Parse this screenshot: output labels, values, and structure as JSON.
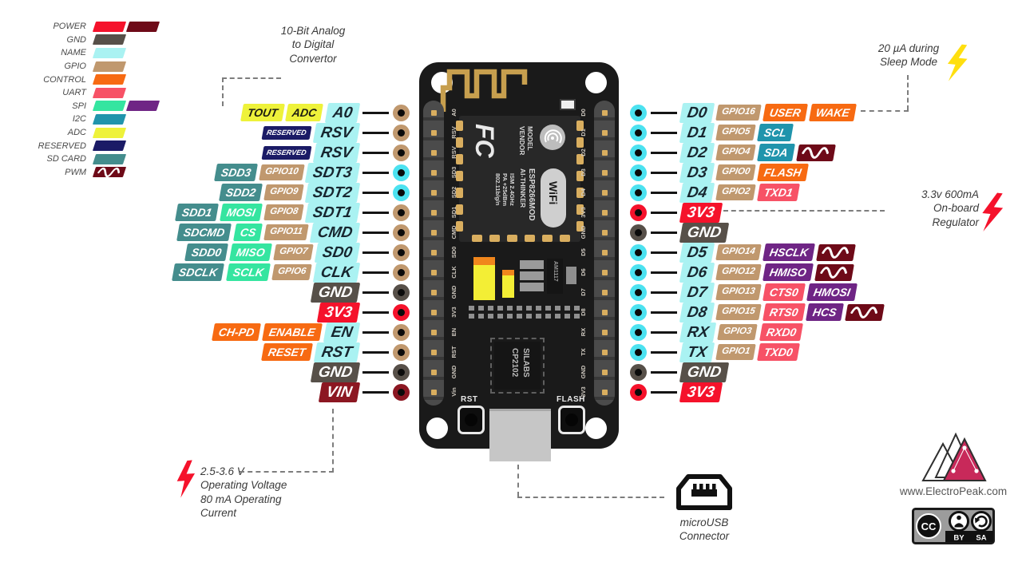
{
  "colors": {
    "pwr": "#f5122b",
    "pw2": "#6e0a18",
    "gnd": "#575049",
    "name": "#aaf2f2",
    "pin_cyan": "#4ce2f0",
    "gpio": "#c0986e",
    "ctl": "#f76a12",
    "uart": "#f75266",
    "spi": "#35e5a0",
    "hspi": "#6f2585",
    "i2c": "#2094ac",
    "adc": "#eef23a",
    "res": "#1b1b66",
    "sd": "#448d8d",
    "pwm": "#6e0a18",
    "vin": "#8c1722",
    "board": "#1a1a1a",
    "gold": "#c79f4e",
    "accent_pink": "#c8295a",
    "bolt_yellow": "#ffdf0f",
    "bolt_red": "#f5122b"
  },
  "legend": {
    "items": [
      {
        "label": "POWER",
        "swatches": [
          "pwr",
          "pw2"
        ]
      },
      {
        "label": "GND",
        "swatches": [
          "gnd"
        ]
      },
      {
        "label": "NAME",
        "swatches": [
          "name"
        ]
      },
      {
        "label": "GPIO",
        "swatches": [
          "gpio"
        ]
      },
      {
        "label": "CONTROL",
        "swatches": [
          "ctl"
        ]
      },
      {
        "label": "UART",
        "swatches": [
          "uart"
        ]
      },
      {
        "label": "SPI",
        "swatches": [
          "spi",
          "hspi"
        ]
      },
      {
        "label": "I2C",
        "swatches": [
          "i2c"
        ]
      },
      {
        "label": "ADC",
        "swatches": [
          "adc"
        ]
      },
      {
        "label": "RESERVED",
        "swatches": [
          "res"
        ]
      },
      {
        "label": "SD CARD",
        "swatches": [
          "sd"
        ]
      },
      {
        "label": "PWM",
        "swatches": [
          "wave"
        ]
      }
    ]
  },
  "pins": {
    "left": [
      {
        "labels": [
          {
            "t": "TOUT",
            "c": "adc"
          },
          {
            "t": "ADC",
            "c": "adc"
          },
          {
            "t": "A0",
            "c": "name"
          }
        ],
        "pin": "gpio"
      },
      {
        "labels": [
          {
            "t": "RESERVED",
            "c": "res"
          },
          {
            "t": "RSV",
            "c": "name"
          }
        ],
        "pin": "gpio"
      },
      {
        "labels": [
          {
            "t": "RESERVED",
            "c": "res"
          },
          {
            "t": "RSV",
            "c": "name"
          }
        ],
        "pin": "gpio"
      },
      {
        "labels": [
          {
            "t": "SDD3",
            "c": "sd"
          },
          {
            "t": "GPIO10",
            "c": "gpio"
          },
          {
            "t": "SDT3",
            "c": "name"
          }
        ],
        "pin": "name"
      },
      {
        "labels": [
          {
            "t": "SDD2",
            "c": "sd"
          },
          {
            "t": "GPIO9",
            "c": "gpio"
          },
          {
            "t": "SDT2",
            "c": "name"
          }
        ],
        "pin": "name"
      },
      {
        "labels": [
          {
            "t": "SDD1",
            "c": "sd"
          },
          {
            "t": "MOSI",
            "c": "spi"
          },
          {
            "t": "GPIO8",
            "c": "gpio"
          },
          {
            "t": "SDT1",
            "c": "name"
          }
        ],
        "pin": "gpio"
      },
      {
        "labels": [
          {
            "t": "SDCMD",
            "c": "sd"
          },
          {
            "t": "CS",
            "c": "spi"
          },
          {
            "t": "GPIO11",
            "c": "gpio"
          },
          {
            "t": "CMD",
            "c": "name"
          }
        ],
        "pin": "gpio"
      },
      {
        "labels": [
          {
            "t": "SDD0",
            "c": "sd"
          },
          {
            "t": "MISO",
            "c": "spi"
          },
          {
            "t": "GPIO7",
            "c": "gpio"
          },
          {
            "t": "SD0",
            "c": "name"
          }
        ],
        "pin": "gpio"
      },
      {
        "labels": [
          {
            "t": "SDCLK",
            "c": "sd"
          },
          {
            "t": "SCLK",
            "c": "spi"
          },
          {
            "t": "GPIO6",
            "c": "gpio"
          },
          {
            "t": "CLK",
            "c": "name"
          }
        ],
        "pin": "gpio"
      },
      {
        "labels": [
          {
            "t": "GND",
            "c": "gnd"
          }
        ],
        "pin": "gnd"
      },
      {
        "labels": [
          {
            "t": "3V3",
            "c": "pwr"
          }
        ],
        "pin": "pwr"
      },
      {
        "labels": [
          {
            "t": "CH-PD",
            "c": "ctl"
          },
          {
            "t": "ENABLE",
            "c": "ctl"
          },
          {
            "t": "EN",
            "c": "name"
          }
        ],
        "pin": "gpio"
      },
      {
        "labels": [
          {
            "t": "RESET",
            "c": "ctl"
          },
          {
            "t": "RST",
            "c": "name"
          }
        ],
        "pin": "gpio"
      },
      {
        "labels": [
          {
            "t": "GND",
            "c": "gnd"
          }
        ],
        "pin": "gnd"
      },
      {
        "labels": [
          {
            "t": "VIN",
            "c": "vin"
          }
        ],
        "pin": "vin"
      }
    ],
    "right": [
      {
        "labels": [
          {
            "t": "D0",
            "c": "name"
          },
          {
            "t": "GPIO16",
            "c": "gpio"
          },
          {
            "t": "USER",
            "c": "ctl"
          },
          {
            "t": "WAKE",
            "c": "ctl"
          }
        ],
        "pin": "name"
      },
      {
        "labels": [
          {
            "t": "D1",
            "c": "name"
          },
          {
            "t": "GPIO5",
            "c": "gpio"
          },
          {
            "t": "SCL",
            "c": "i2c"
          }
        ],
        "pin": "name"
      },
      {
        "labels": [
          {
            "t": "D2",
            "c": "name"
          },
          {
            "t": "GPIO4",
            "c": "gpio"
          },
          {
            "t": "SDA",
            "c": "i2c"
          },
          {
            "wave": true
          }
        ],
        "pin": "name"
      },
      {
        "labels": [
          {
            "t": "D3",
            "c": "name"
          },
          {
            "t": "GPIO0",
            "c": "gpio"
          },
          {
            "t": "FLASH",
            "c": "ctl"
          }
        ],
        "pin": "name"
      },
      {
        "labels": [
          {
            "t": "D4",
            "c": "name"
          },
          {
            "t": "GPIO2",
            "c": "gpio"
          },
          {
            "t": "TXD1",
            "c": "uart"
          }
        ],
        "pin": "name"
      },
      {
        "labels": [
          {
            "t": "3V3",
            "c": "pwr"
          }
        ],
        "pin": "pwr"
      },
      {
        "labels": [
          {
            "t": "GND",
            "c": "gnd"
          }
        ],
        "pin": "gnd"
      },
      {
        "labels": [
          {
            "t": "D5",
            "c": "name"
          },
          {
            "t": "GPIO14",
            "c": "gpio"
          },
          {
            "t": "HSCLK",
            "c": "hspi"
          },
          {
            "wave": true
          }
        ],
        "pin": "name"
      },
      {
        "labels": [
          {
            "t": "D6",
            "c": "name"
          },
          {
            "t": "GPIO12",
            "c": "gpio"
          },
          {
            "t": "HMISO",
            "c": "hspi"
          },
          {
            "wave": true
          }
        ],
        "pin": "name"
      },
      {
        "labels": [
          {
            "t": "D7",
            "c": "name"
          },
          {
            "t": "GPIO13",
            "c": "gpio"
          },
          {
            "t": "CTS0",
            "c": "uart"
          },
          {
            "t": "HMOSI",
            "c": "hspi"
          }
        ],
        "pin": "name"
      },
      {
        "labels": [
          {
            "t": "D8",
            "c": "name"
          },
          {
            "t": "GPIO15",
            "c": "gpio"
          },
          {
            "t": "RTS0",
            "c": "uart"
          },
          {
            "t": "HCS",
            "c": "hspi"
          },
          {
            "wave": true
          }
        ],
        "pin": "name"
      },
      {
        "labels": [
          {
            "t": "RX",
            "c": "name"
          },
          {
            "t": "GPIO3",
            "c": "gpio"
          },
          {
            "t": "RXD0",
            "c": "uart"
          }
        ],
        "pin": "name"
      },
      {
        "labels": [
          {
            "t": "TX",
            "c": "name"
          },
          {
            "t": "GPIO1",
            "c": "gpio"
          },
          {
            "t": "TXD0",
            "c": "uart"
          }
        ],
        "pin": "name"
      },
      {
        "labels": [
          {
            "t": "GND",
            "c": "gnd"
          }
        ],
        "pin": "gnd"
      },
      {
        "labels": [
          {
            "t": "3V3",
            "c": "pwr"
          }
        ],
        "pin": "pwr"
      }
    ]
  },
  "board": {
    "fcc_mark": "FC",
    "model_label": "MODEL",
    "vendor_label": "VENDOR",
    "module_name": "ESP8266MOD",
    "vendor_name": "AI-THINKER",
    "ism": "ISM 2.4GHz",
    "pa": "PA +25dBm",
    "wifi_std": "802.11b/g/n",
    "wifi_badge": "WiFi",
    "usb_chip_brand": "SILABS",
    "usb_chip_model": "CP2102",
    "regulator_chip": "AM1117",
    "rst_button": "RST",
    "flash_button": "FLASH",
    "left_edge_labels": [
      "A0",
      "RSV",
      "RSV",
      "SD3",
      "SD2",
      "SD1",
      "CMD",
      "SD0",
      "CLK",
      "GND",
      "3V3",
      "EN",
      "RST",
      "GND",
      "Vin"
    ],
    "right_edge_labels": [
      "D0",
      "D1",
      "D2",
      "D3",
      "D4",
      "3V3",
      "GND",
      "D5",
      "D6",
      "D7",
      "D8",
      "RX",
      "TX",
      "GND",
      "3V3"
    ]
  },
  "notes": {
    "adc": {
      "lines": [
        "10-Bit Analog",
        "to Digital",
        "Convertor"
      ]
    },
    "sleep": {
      "lines": [
        "20 µA during",
        "Sleep Mode"
      ]
    },
    "regulator": {
      "lines": [
        "3.3v 600mA",
        "On-board",
        "Regulator"
      ]
    },
    "voltage": {
      "lines": [
        "2.5-3.6 V",
        "Operating Voltage",
        "80 mA Operating",
        "Current"
      ]
    },
    "usb": {
      "lines": [
        "microUSB",
        "Connector"
      ]
    }
  },
  "footer": {
    "website": "www.ElectroPeak.com",
    "cc_label": "CC",
    "by_label": "BY",
    "sa_label": "SA"
  }
}
